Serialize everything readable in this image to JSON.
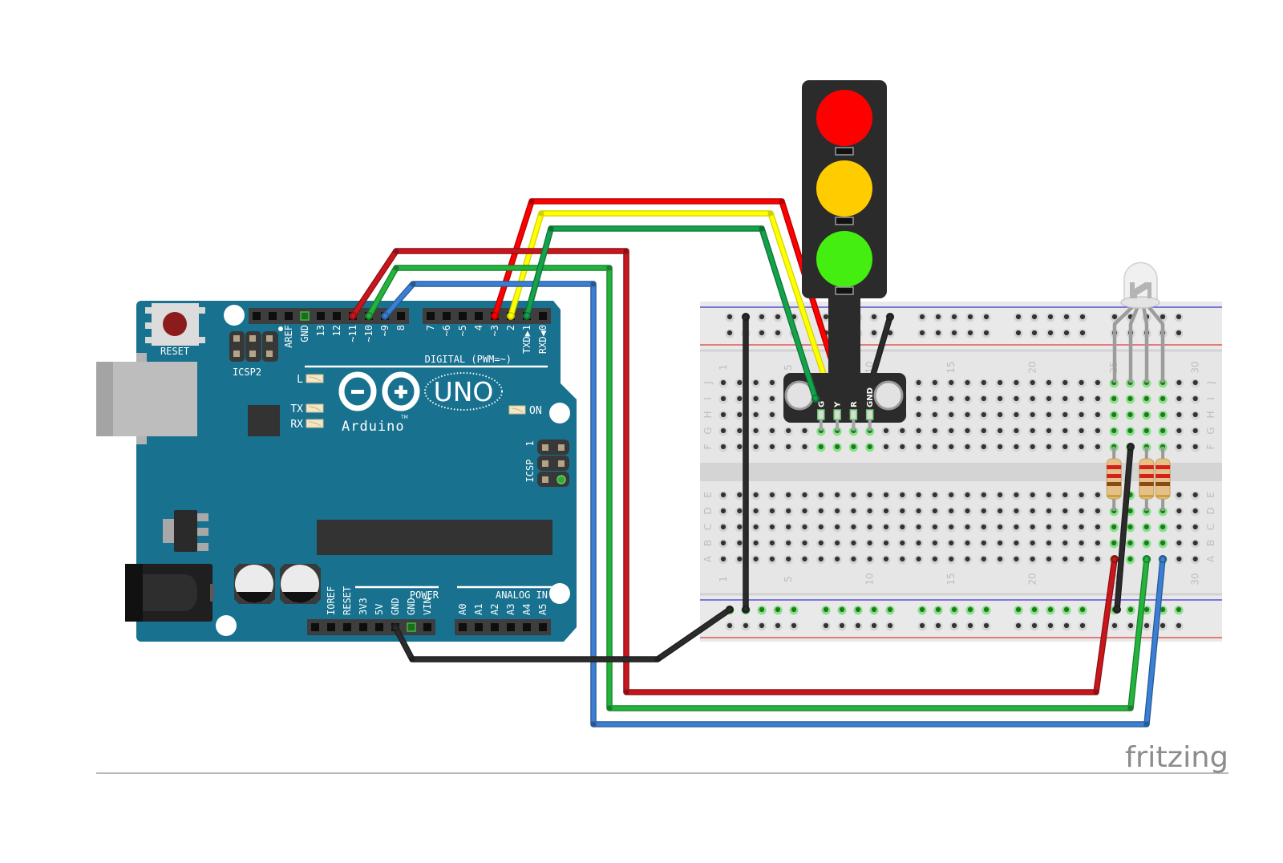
{
  "arduino": {
    "board_color": "#17718f",
    "reset": "RESET",
    "icsp2": "ICSP2",
    "header_top_left": [
      "",
      "",
      "AREF",
      "GND",
      "13",
      "12",
      "~11",
      "~10",
      "~9",
      "8"
    ],
    "header_top_right": [
      "7",
      "~6",
      "~5",
      "4",
      "~3",
      "2",
      "TXD▶1",
      "RXD◀0"
    ],
    "digital": "DIGITAL (PWM=~)",
    "led_l": "L",
    "led_tx": "TX",
    "led_rx": "RX",
    "led_on": "ON",
    "logo_brand": "Arduino",
    "logo_tm": "TM",
    "logo_model": "UNO",
    "icsp": "ICSP",
    "icsp_pin1": "1",
    "header_power": [
      "",
      "IOREF",
      "RESET",
      "3V3",
      "5V",
      "GND",
      "GND",
      "VIN"
    ],
    "power": "POWER",
    "header_analog": [
      "A0",
      "A1",
      "A2",
      "A3",
      "A4",
      "A5"
    ],
    "analog": "ANALOG IN",
    "highlighted_pins": [
      {
        "header": "top_left",
        "index": 3
      },
      {
        "header": "power",
        "index": 6
      }
    ]
  },
  "breadboard": {
    "columns": 30,
    "column_labels": [
      "1",
      "5",
      "10",
      "15",
      "20",
      "25",
      "30"
    ],
    "rows_top": [
      "J",
      "I",
      "H",
      "G",
      "F"
    ],
    "rows_bottom": [
      "E",
      "D",
      "C",
      "B",
      "A"
    ],
    "rail_colors": {
      "negative": "#3535d0",
      "positive": "#e23c3c"
    },
    "highlighted_grid": [
      {
        "columns": [
          7,
          8,
          9,
          10
        ],
        "rows": [
          "J",
          "I",
          "H",
          "G",
          "F"
        ]
      },
      {
        "columns": [
          25,
          26,
          27,
          28
        ],
        "rows": [
          "J",
          "I",
          "H",
          "G",
          "F",
          "E",
          "D",
          "C",
          "B",
          "A"
        ]
      }
    ],
    "highlighted_rails": [
      {
        "rail": "bottom",
        "row": 0
      }
    ]
  },
  "traffic_light": {
    "lamps": [
      {
        "name": "red",
        "color": "#ff0000"
      },
      {
        "name": "yellow",
        "color": "#ffcc00"
      },
      {
        "name": "green",
        "color": "#44ee11"
      }
    ],
    "pin_labels": [
      "G",
      "Y",
      "R",
      "GND"
    ],
    "pin_columns": [
      7,
      8,
      9,
      10
    ]
  },
  "rgb_led": {
    "leg_columns": [
      25,
      26,
      27,
      28
    ]
  },
  "resistors": [
    {
      "column": 25,
      "bands": [
        "#d42020",
        "#d42020",
        "#8b4a14",
        "#c9a23a"
      ]
    },
    {
      "column": 27,
      "bands": [
        "#d42020",
        "#d42020",
        "#8b4a14",
        "#c9a23a"
      ]
    },
    {
      "column": 28,
      "bands": [
        "#d42020",
        "#d42020",
        "#8b4a14",
        "#c9a23a"
      ]
    }
  ],
  "wires": [
    {
      "id": "red-d11",
      "from": "~11",
      "to": "A25",
      "color": "#c8161d"
    },
    {
      "id": "green-d10",
      "from": "~10",
      "to": "A27",
      "color": "#23b43d"
    },
    {
      "id": "blue-d9",
      "from": "~9",
      "to": "A28",
      "color": "#3a7fd4"
    },
    {
      "id": "red-d3",
      "from": "~3",
      "to": "traffic light R",
      "color": "#ff0000"
    },
    {
      "id": "yellow-d2",
      "from": "2",
      "to": "traffic light Y",
      "color": "#ffff00"
    },
    {
      "id": "green-d1",
      "from": "TXD▶1",
      "to": "traffic light G",
      "color": "#14a24a"
    },
    {
      "id": "black-gnd-arduino",
      "from": "GND",
      "to": "bottom rail",
      "color": "#2b2b2b"
    },
    {
      "id": "black-rail-jumper",
      "from": "top rail",
      "to": "bottom rail",
      "color": "#2b2b2b"
    },
    {
      "id": "black-tl-gnd",
      "from": "traffic light GND",
      "to": "top rail",
      "color": "#2b2b2b"
    },
    {
      "id": "black-rgb-cathode",
      "from": "F26",
      "to": "bottom rail",
      "color": "#2b2b2b"
    }
  ],
  "footer": {
    "logo": "fritzing"
  }
}
